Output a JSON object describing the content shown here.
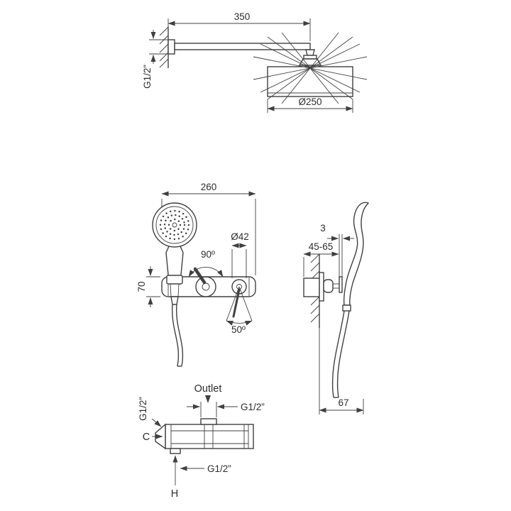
{
  "page": {
    "background": "#ffffff",
    "line_color": "#404040",
    "text_color": "#2d2d2d"
  },
  "labels": {
    "top_view": {
      "arm_length": "350",
      "wall_thread": "G1/2”",
      "head_diameter": "Ø250"
    },
    "front_view": {
      "bar_width": "260",
      "knob_diameter": "Ø42",
      "lever_angle": "90º",
      "bar_height": "70",
      "diverter_angle": "50º"
    },
    "side_view": {
      "bracket_thickness": "3",
      "install_depth": "45-65",
      "bottom_offset": "67"
    },
    "valve_section": {
      "outlet": "Outlet",
      "top_thread": "G1/2”",
      "left_thread": "G1/2”",
      "cold": "C",
      "bottom_thread": "G1/2”",
      "hot": "H"
    }
  }
}
